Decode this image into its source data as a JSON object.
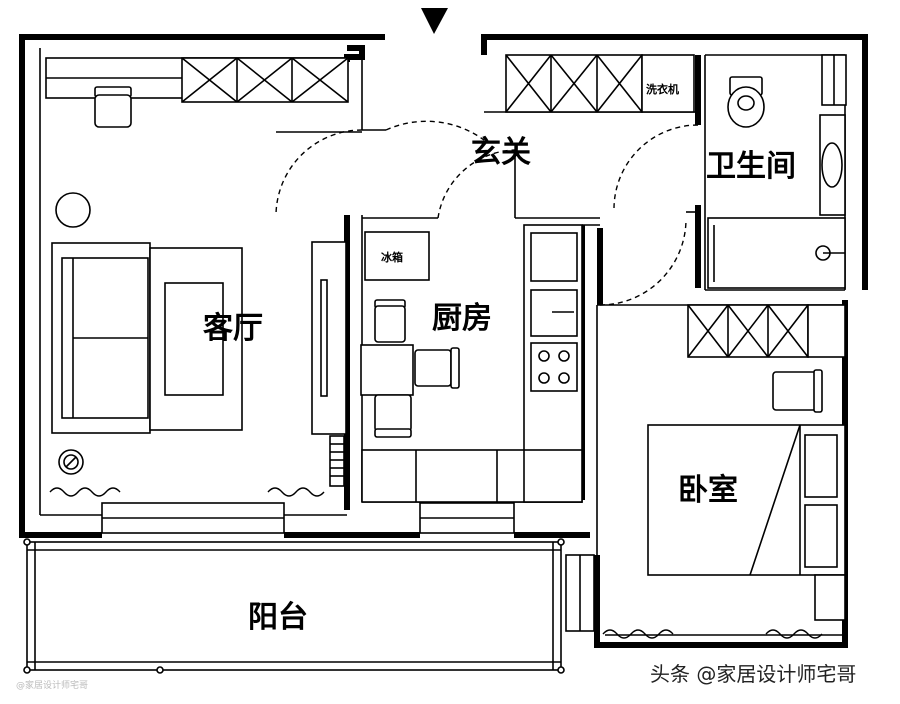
{
  "rooms": {
    "living_room": "客厅",
    "entry": "玄关",
    "kitchen": "厨房",
    "bathroom": "卫生间",
    "bedroom": "卧室",
    "balcony": "阳台"
  },
  "fixtures": {
    "fridge": "冰箱",
    "washer": "洗衣机"
  },
  "watermark": "头条 @家居设计师宅哥",
  "credit": "@家居设计师宅哥"
}
